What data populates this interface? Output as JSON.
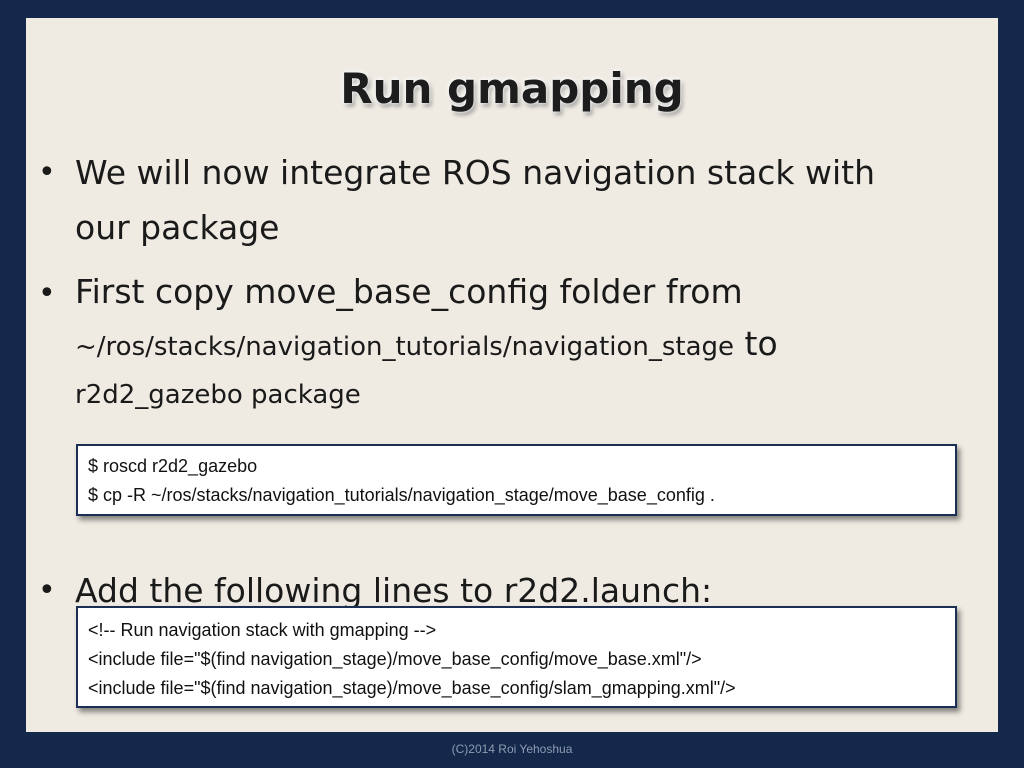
{
  "slide": {
    "title": "Run gmapping",
    "bullets": [
      {
        "line1": "We will now integrate ROS navigation stack with",
        "line2": "our package"
      },
      {
        "line1": "First copy move_base_config folder from",
        "line2_path": "~/ros/stacks/navigation_tutorials/navigation_stage",
        "line2_suffix": " to",
        "line3": "r2d2_gazebo package"
      },
      {
        "line1": "Add the following lines to r2d2.launch:"
      }
    ],
    "code_blocks": [
      {
        "lines": [
          "$ roscd r2d2_gazebo",
          "$ cp -R ~/ros/stacks/navigation_tutorials/navigation_stage/move_base_config ."
        ]
      },
      {
        "lines": [
          "<!-- Run navigation stack with gmapping -->",
          "<include file=\"$(find navigation_stage)/move_base_config/move_base.xml\"/>",
          "<include file=\"$(find navigation_stage)/move_base_config/slam_gmapping.xml\"/>"
        ]
      }
    ],
    "footer": "(C)2014 Roi Yehoshua",
    "colors": {
      "frame": "#13284a",
      "panel": "#efebe3",
      "text": "#1a1a1a",
      "code_border": "#1b2f55"
    }
  }
}
